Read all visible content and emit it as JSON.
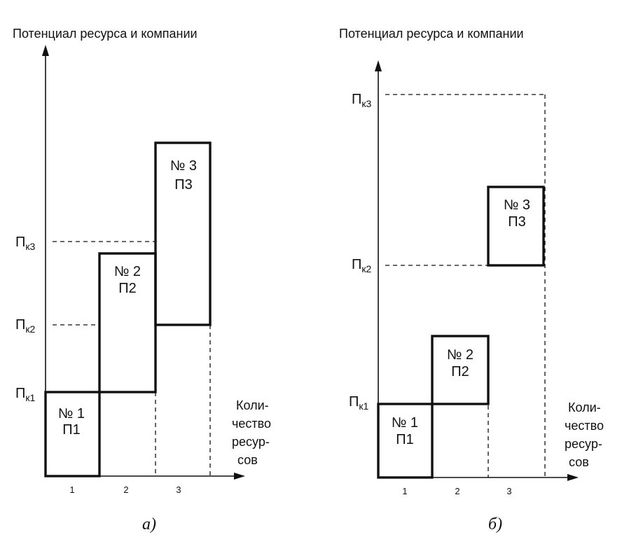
{
  "axis_title": "Потенциал ресурса и компании",
  "quantity_label": [
    "Коли-",
    "чество",
    "ресур-",
    "сов"
  ],
  "ticks": [
    "1",
    "2",
    "3"
  ],
  "pk": {
    "p1": {
      "base": "П",
      "sub": "к1"
    },
    "p2": {
      "base": "П",
      "sub": "к2"
    },
    "p3": {
      "base": "П",
      "sub": "к3"
    }
  },
  "boxes": [
    {
      "num": "№ 1",
      "name": "П1"
    },
    {
      "num": "№ 2",
      "name": "П2"
    },
    {
      "num": "№ 3",
      "name": "П3"
    }
  ],
  "captions": {
    "a": "а)",
    "b": "б)"
  }
}
